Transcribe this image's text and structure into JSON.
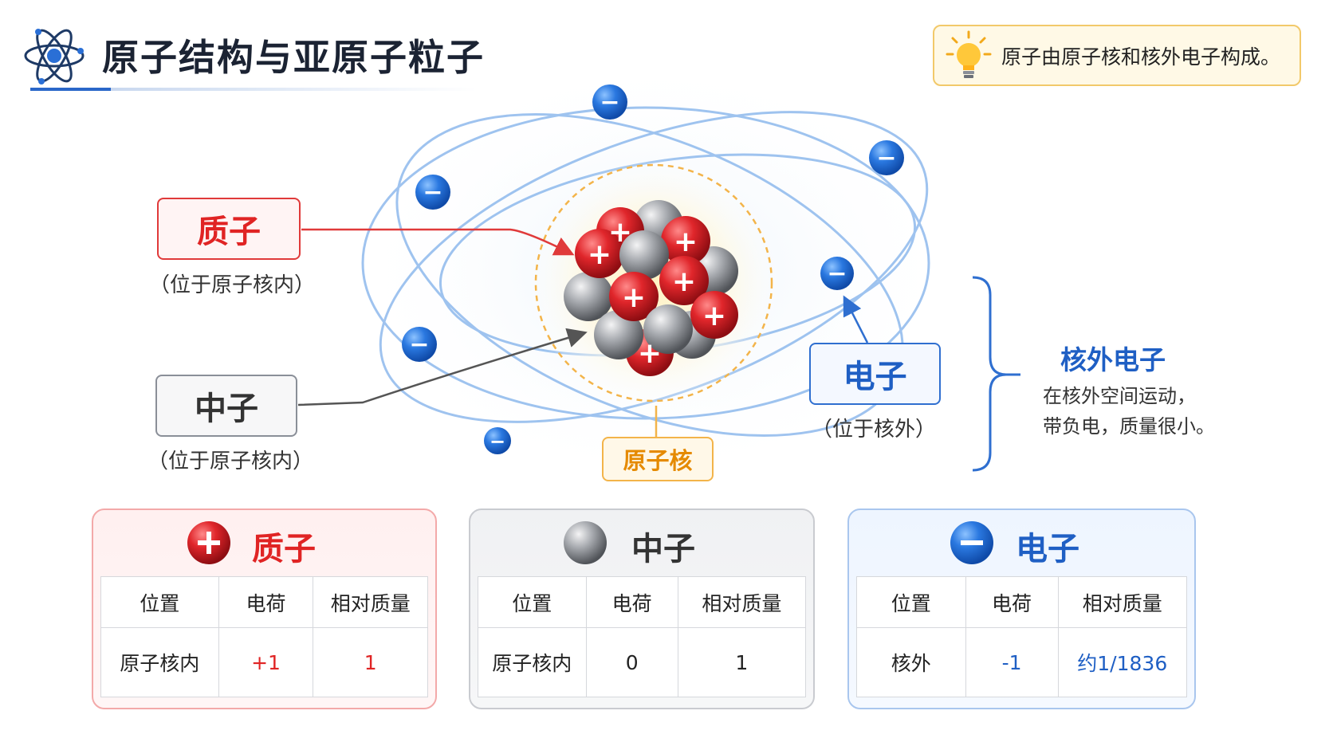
{
  "header": {
    "title": "原子结构与亚原子粒子",
    "tip": "原子由原子核和核外电子构成。"
  },
  "diagram": {
    "proton_label": "质子",
    "proton_location": "（位于原子核内）",
    "neutron_label": "中子",
    "neutron_location": "（位于原子核内）",
    "electron_label": "电子",
    "electron_location": "（位于核外）",
    "nucleus_label": "原子核",
    "outer_electrons_title": "核外电子",
    "outer_electrons_desc_1": "在核外空间运动，",
    "outer_electrons_desc_2": "带负电，质量很小。",
    "plus_sign": "+",
    "minus_sign": "−"
  },
  "colors": {
    "proton": "#e02424",
    "neutron": "#8a8f98",
    "electron": "#1f5fc4",
    "nucleus": "#e58a00",
    "tip_border": "#f2c96a"
  },
  "icons": {
    "header": "atom-icon",
    "tip": "lightbulb-icon",
    "proton": "plus-sphere-icon",
    "neutron": "gray-sphere-icon",
    "electron": "minus-sphere-icon"
  },
  "cards": {
    "headers": [
      "位置",
      "电荷",
      "相对质量"
    ],
    "proton": {
      "title": "质子",
      "location": "原子核内",
      "charge": "+1",
      "mass": "1"
    },
    "neutron": {
      "title": "中子",
      "location": "原子核内",
      "charge": "0",
      "mass": "1"
    },
    "electron": {
      "title": "电子",
      "location": "核外",
      "charge": "-1",
      "mass": "约1/1836"
    }
  }
}
